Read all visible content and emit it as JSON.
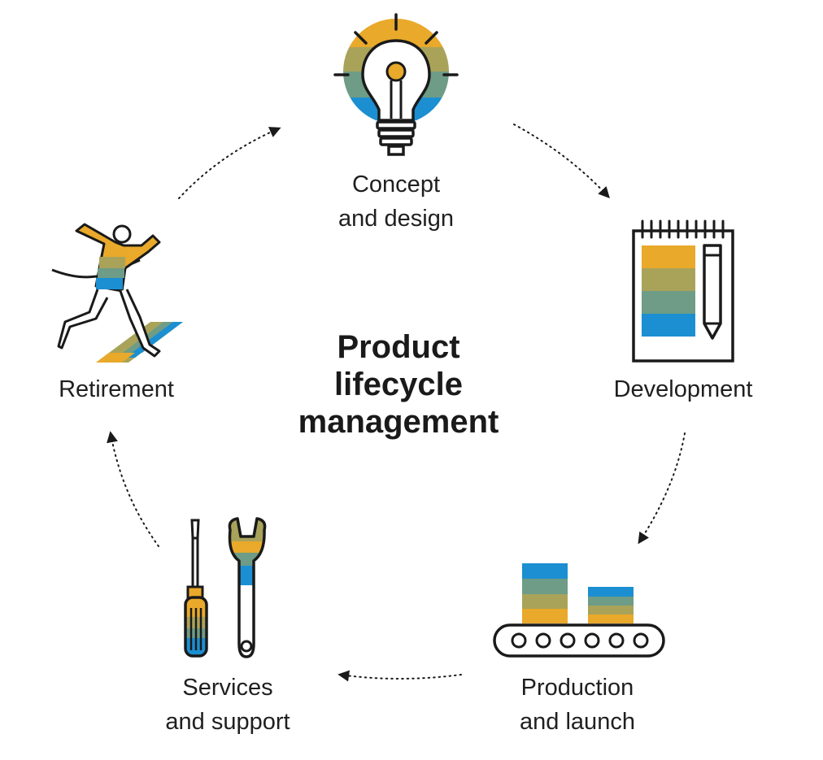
{
  "title": [
    "Product",
    "lifecycle",
    "management"
  ],
  "stages": [
    {
      "id": "concept",
      "lines": [
        "Concept",
        "and design"
      ],
      "icon": "lightbulb-icon"
    },
    {
      "id": "development",
      "lines": [
        "Development"
      ],
      "icon": "notepad-pencil-icon"
    },
    {
      "id": "production",
      "lines": [
        "Production",
        "and launch"
      ],
      "icon": "conveyor-belt-icon"
    },
    {
      "id": "services",
      "lines": [
        "Services",
        "and support"
      ],
      "icon": "screwdriver-wrench-icon"
    },
    {
      "id": "retirement",
      "lines": [
        "Retirement"
      ],
      "icon": "runner-finish-line-icon"
    }
  ],
  "colors": {
    "gold": "#E9A92A",
    "olive": "#A9A35A",
    "sage": "#6E9C86",
    "blue": "#1B8FD2",
    "ink": "#1a1a1a"
  }
}
